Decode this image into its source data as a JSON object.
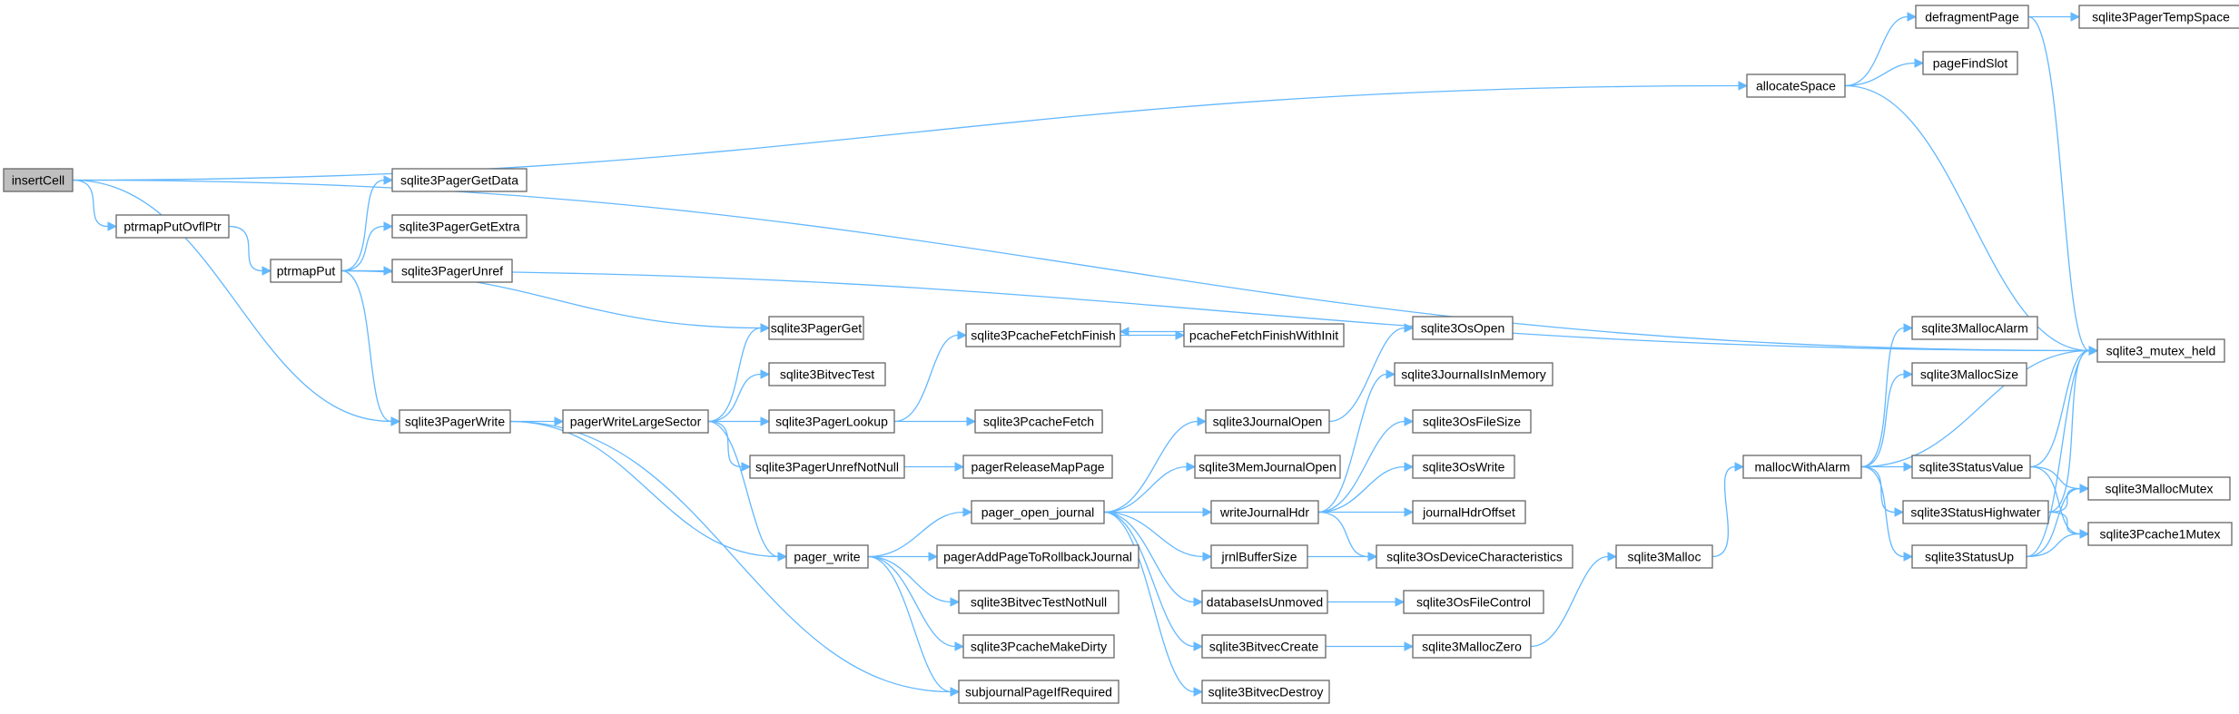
{
  "diagram": {
    "colors": {
      "edge": "#63b8ff",
      "node_border": "#666666",
      "root_fill": "#bfbfbf",
      "node_fill": "#ffffff"
    },
    "nodes": [
      {
        "id": "insertCell",
        "label": "insertCell",
        "root": true
      },
      {
        "id": "ptrmapPutOvflPtr",
        "label": "ptrmapPutOvflPtr"
      },
      {
        "id": "ptrmapPut",
        "label": "ptrmapPut"
      },
      {
        "id": "sqlite3PagerGetData",
        "label": "sqlite3PagerGetData"
      },
      {
        "id": "sqlite3PagerGetExtra",
        "label": "sqlite3PagerGetExtra"
      },
      {
        "id": "sqlite3PagerUnref",
        "label": "sqlite3PagerUnref"
      },
      {
        "id": "sqlite3PagerWrite",
        "label": "sqlite3PagerWrite"
      },
      {
        "id": "pagerWriteLargeSector",
        "label": "pagerWriteLargeSector"
      },
      {
        "id": "sqlite3PagerGet",
        "label": "sqlite3PagerGet"
      },
      {
        "id": "sqlite3BitvecTest",
        "label": "sqlite3BitvecTest"
      },
      {
        "id": "sqlite3PagerLookup",
        "label": "sqlite3PagerLookup"
      },
      {
        "id": "sqlite3PagerUnrefNotNull",
        "label": "sqlite3PagerUnrefNotNull"
      },
      {
        "id": "pager_write",
        "label": "pager_write"
      },
      {
        "id": "sqlite3PcacheFetchFinish",
        "label": "sqlite3PcacheFetchFinish"
      },
      {
        "id": "pcacheFetchFinishWithInit",
        "label": "pcacheFetchFinishWithInit"
      },
      {
        "id": "sqlite3PcacheFetch",
        "label": "sqlite3PcacheFetch"
      },
      {
        "id": "pagerReleaseMapPage",
        "label": "pagerReleaseMapPage"
      },
      {
        "id": "pager_open_journal",
        "label": "pager_open_journal"
      },
      {
        "id": "pagerAddPageToRollbackJournal",
        "label": "pagerAddPageToRollbackJournal"
      },
      {
        "id": "sqlite3BitvecTestNotNull",
        "label": "sqlite3BitvecTestNotNull"
      },
      {
        "id": "sqlite3PcacheMakeDirty",
        "label": "sqlite3PcacheMakeDirty"
      },
      {
        "id": "subjournalPageIfRequired",
        "label": "subjournalPageIfRequired"
      },
      {
        "id": "sqlite3JournalOpen",
        "label": "sqlite3JournalOpen"
      },
      {
        "id": "sqlite3MemJournalOpen",
        "label": "sqlite3MemJournalOpen"
      },
      {
        "id": "writeJournalHdr",
        "label": "writeJournalHdr"
      },
      {
        "id": "jrnlBufferSize",
        "label": "jrnlBufferSize"
      },
      {
        "id": "databaseIsUnmoved",
        "label": "databaseIsUnmoved"
      },
      {
        "id": "sqlite3BitvecCreate",
        "label": "sqlite3BitvecCreate"
      },
      {
        "id": "sqlite3BitvecDestroy",
        "label": "sqlite3BitvecDestroy"
      },
      {
        "id": "sqlite3OsOpen",
        "label": "sqlite3OsOpen"
      },
      {
        "id": "sqlite3JournalIsInMemory",
        "label": "sqlite3JournalIsInMemory"
      },
      {
        "id": "sqlite3OsFileSize",
        "label": "sqlite3OsFileSize"
      },
      {
        "id": "sqlite3OsWrite",
        "label": "sqlite3OsWrite"
      },
      {
        "id": "journalHdrOffset",
        "label": "journalHdrOffset"
      },
      {
        "id": "sqlite3OsDeviceCharacteristics",
        "label": "sqlite3OsDeviceCharacteristics"
      },
      {
        "id": "sqlite3OsFileControl",
        "label": "sqlite3OsFileControl"
      },
      {
        "id": "sqlite3MallocZero",
        "label": "sqlite3MallocZero"
      },
      {
        "id": "sqlite3Malloc",
        "label": "sqlite3Malloc"
      },
      {
        "id": "mallocWithAlarm",
        "label": "mallocWithAlarm"
      },
      {
        "id": "sqlite3MallocAlarm",
        "label": "sqlite3MallocAlarm"
      },
      {
        "id": "sqlite3MallocSize",
        "label": "sqlite3MallocSize"
      },
      {
        "id": "sqlite3StatusValue",
        "label": "sqlite3StatusValue"
      },
      {
        "id": "sqlite3StatusHighwater",
        "label": "sqlite3StatusHighwater"
      },
      {
        "id": "sqlite3StatusUp",
        "label": "sqlite3StatusUp"
      },
      {
        "id": "allocateSpace",
        "label": "allocateSpace"
      },
      {
        "id": "defragmentPage",
        "label": "defragmentPage"
      },
      {
        "id": "pageFindSlot",
        "label": "pageFindSlot"
      },
      {
        "id": "sqlite3PagerTempSpace",
        "label": "sqlite3PagerTempSpace"
      },
      {
        "id": "sqlite3_mutex_held",
        "label": "sqlite3_mutex_held"
      },
      {
        "id": "sqlite3MallocMutex",
        "label": "sqlite3MallocMutex"
      },
      {
        "id": "sqlite3Pcache1Mutex",
        "label": "sqlite3Pcache1Mutex"
      }
    ],
    "edges": [
      [
        "insertCell",
        "allocateSpace"
      ],
      [
        "insertCell",
        "sqlite3_mutex_held"
      ],
      [
        "insertCell",
        "ptrmapPutOvflPtr"
      ],
      [
        "insertCell",
        "sqlite3PagerWrite"
      ],
      [
        "ptrmapPutOvflPtr",
        "ptrmapPut"
      ],
      [
        "ptrmapPut",
        "sqlite3PagerGetData"
      ],
      [
        "ptrmapPut",
        "sqlite3PagerGetExtra"
      ],
      [
        "ptrmapPut",
        "sqlite3PagerUnref"
      ],
      [
        "ptrmapPut",
        "sqlite3_mutex_held"
      ],
      [
        "ptrmapPut",
        "sqlite3PagerGet"
      ],
      [
        "ptrmapPut",
        "sqlite3PagerWrite"
      ],
      [
        "sqlite3PagerWrite",
        "pagerWriteLargeSector"
      ],
      [
        "sqlite3PagerWrite",
        "pager_write"
      ],
      [
        "sqlite3PagerWrite",
        "subjournalPageIfRequired"
      ],
      [
        "pagerWriteLargeSector",
        "sqlite3PagerGet"
      ],
      [
        "pagerWriteLargeSector",
        "sqlite3BitvecTest"
      ],
      [
        "pagerWriteLargeSector",
        "sqlite3PagerLookup"
      ],
      [
        "pagerWriteLargeSector",
        "sqlite3PagerUnrefNotNull"
      ],
      [
        "pagerWriteLargeSector",
        "pager_write"
      ],
      [
        "sqlite3PagerLookup",
        "sqlite3PcacheFetchFinish"
      ],
      [
        "sqlite3PagerLookup",
        "sqlite3PcacheFetch"
      ],
      [
        "sqlite3PcacheFetchFinish",
        "pcacheFetchFinishWithInit"
      ],
      [
        "pcacheFetchFinishWithInit",
        "sqlite3PcacheFetchFinish"
      ],
      [
        "sqlite3PagerUnrefNotNull",
        "pagerReleaseMapPage"
      ],
      [
        "pager_write",
        "pager_open_journal"
      ],
      [
        "pager_write",
        "pagerAddPageToRollbackJournal"
      ],
      [
        "pager_write",
        "sqlite3BitvecTestNotNull"
      ],
      [
        "pager_write",
        "sqlite3PcacheMakeDirty"
      ],
      [
        "pager_write",
        "subjournalPageIfRequired"
      ],
      [
        "pager_open_journal",
        "sqlite3JournalOpen"
      ],
      [
        "pager_open_journal",
        "sqlite3MemJournalOpen"
      ],
      [
        "pager_open_journal",
        "writeJournalHdr"
      ],
      [
        "pager_open_journal",
        "jrnlBufferSize"
      ],
      [
        "pager_open_journal",
        "databaseIsUnmoved"
      ],
      [
        "pager_open_journal",
        "sqlite3BitvecCreate"
      ],
      [
        "pager_open_journal",
        "sqlite3BitvecDestroy"
      ],
      [
        "sqlite3JournalOpen",
        "sqlite3OsOpen"
      ],
      [
        "writeJournalHdr",
        "sqlite3JournalIsInMemory"
      ],
      [
        "writeJournalHdr",
        "sqlite3OsFileSize"
      ],
      [
        "writeJournalHdr",
        "sqlite3OsWrite"
      ],
      [
        "writeJournalHdr",
        "journalHdrOffset"
      ],
      [
        "writeJournalHdr",
        "sqlite3OsDeviceCharacteristics"
      ],
      [
        "jrnlBufferSize",
        "sqlite3OsDeviceCharacteristics"
      ],
      [
        "databaseIsUnmoved",
        "sqlite3OsFileControl"
      ],
      [
        "sqlite3BitvecCreate",
        "sqlite3MallocZero"
      ],
      [
        "sqlite3MallocZero",
        "sqlite3Malloc"
      ],
      [
        "sqlite3Malloc",
        "mallocWithAlarm"
      ],
      [
        "mallocWithAlarm",
        "sqlite3MallocAlarm"
      ],
      [
        "mallocWithAlarm",
        "sqlite3MallocSize"
      ],
      [
        "mallocWithAlarm",
        "sqlite3_mutex_held"
      ],
      [
        "mallocWithAlarm",
        "sqlite3StatusValue"
      ],
      [
        "mallocWithAlarm",
        "sqlite3StatusHighwater"
      ],
      [
        "mallocWithAlarm",
        "sqlite3StatusUp"
      ],
      [
        "sqlite3StatusValue",
        "sqlite3_mutex_held"
      ],
      [
        "sqlite3StatusValue",
        "sqlite3MallocMutex"
      ],
      [
        "sqlite3StatusValue",
        "sqlite3Pcache1Mutex"
      ],
      [
        "sqlite3StatusHighwater",
        "sqlite3_mutex_held"
      ],
      [
        "sqlite3StatusHighwater",
        "sqlite3MallocMutex"
      ],
      [
        "sqlite3StatusHighwater",
        "sqlite3Pcache1Mutex"
      ],
      [
        "sqlite3StatusUp",
        "sqlite3_mutex_held"
      ],
      [
        "sqlite3StatusUp",
        "sqlite3MallocMutex"
      ],
      [
        "sqlite3StatusUp",
        "sqlite3Pcache1Mutex"
      ],
      [
        "allocateSpace",
        "defragmentPage"
      ],
      [
        "allocateSpace",
        "pageFindSlot"
      ],
      [
        "allocateSpace",
        "sqlite3_mutex_held"
      ],
      [
        "defragmentPage",
        "sqlite3PagerTempSpace"
      ],
      [
        "defragmentPage",
        "sqlite3_mutex_held"
      ]
    ]
  }
}
